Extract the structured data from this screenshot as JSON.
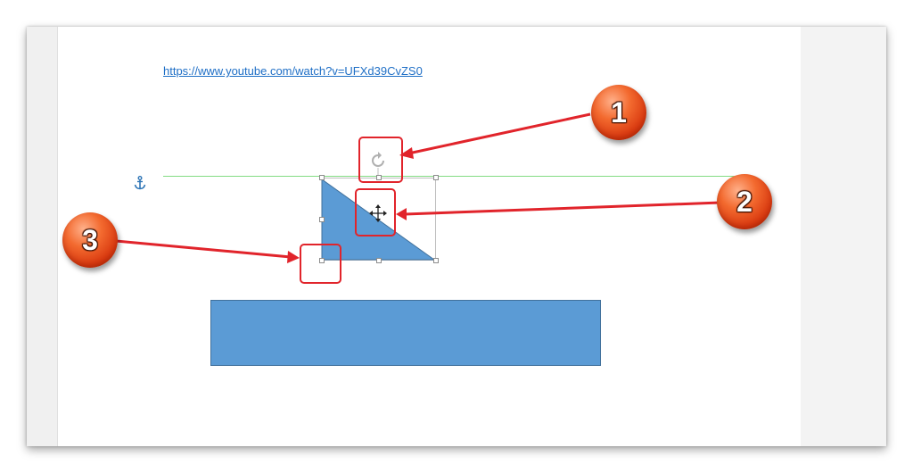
{
  "document": {
    "link_text": "https://www.youtube.com/watch?v=UFXd39CvZS0"
  },
  "callouts": [
    {
      "label": "1"
    },
    {
      "label": "2"
    },
    {
      "label": "3"
    }
  ],
  "colors": {
    "shape_fill": "#5b9bd5",
    "shape_border": "#41719c",
    "guide_line": "#83db83",
    "callout_red": "#e1242b",
    "link": "#1f6fc6"
  },
  "icons": {
    "anchor": "anchor-icon",
    "rotate": "rotate-handle-icon",
    "move": "move-cursor-icon"
  }
}
